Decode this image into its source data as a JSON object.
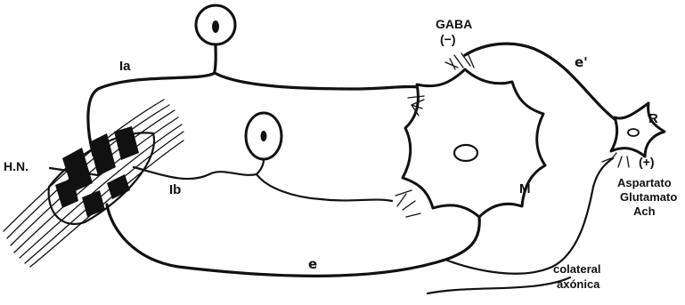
{
  "labels": {
    "ia": "Ia",
    "ib": "Ib",
    "hn": "H.N.",
    "gaba": "GABA",
    "gaba_sign": "(−)",
    "e_prime": "e'",
    "r": "R",
    "m": "M",
    "plus": "(+)",
    "aspartato": "Aspartato",
    "glutamato": "Glutamato",
    "ach": "Ach",
    "e": "e",
    "colateral": "colateral",
    "axonica": "axónica"
  }
}
